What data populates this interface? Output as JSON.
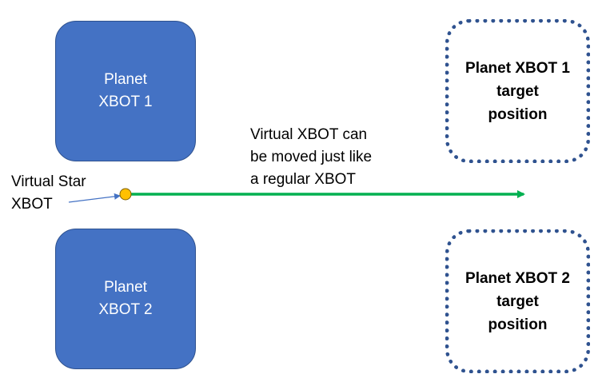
{
  "planet1": {
    "line1": "Planet",
    "line2": "XBOT 1"
  },
  "planet2": {
    "line1": "Planet",
    "line2": "XBOT 2"
  },
  "target1": {
    "line1": "Planet XBOT 1",
    "line2": "target",
    "line3": "position"
  },
  "target2": {
    "line1": "Planet XBOT 2",
    "line2": "target",
    "line3": "position"
  },
  "star_label": {
    "line1": "Virtual Star",
    "line2": "XBOT"
  },
  "virtual_note": {
    "line1": "Virtual XBOT can",
    "line2": "be moved just like",
    "line3": "a regular XBOT"
  },
  "colors": {
    "planet_fill": "#4472c4",
    "target_border": "#2f528f",
    "arrow": "#00b050",
    "star_fill": "#ffc000",
    "pointer": "#4472c4"
  }
}
